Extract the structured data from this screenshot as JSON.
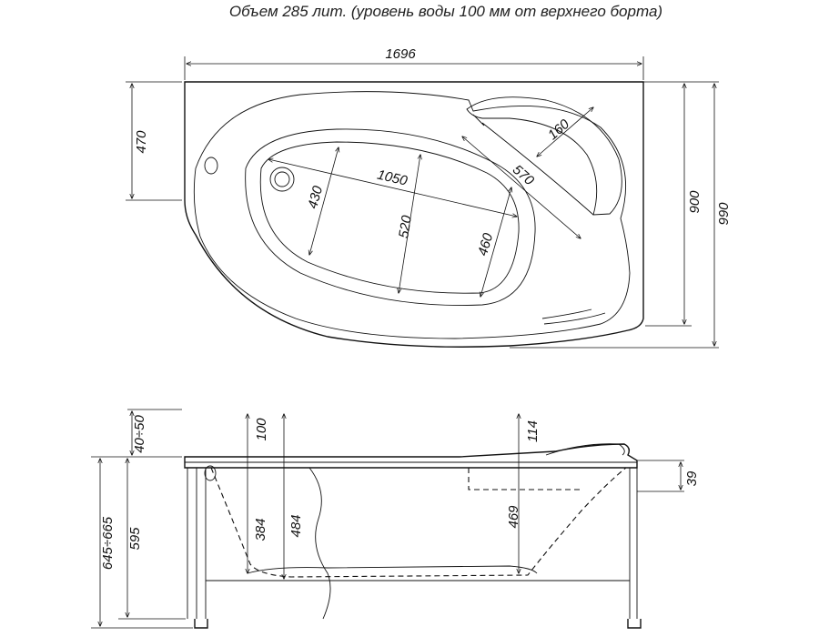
{
  "header": {
    "caption": "Объем 285 лит. (уровень воды 100 мм от верхнего борта)"
  },
  "plan": {
    "overall_length": "1696",
    "left_depth": "470",
    "right_depth": "900",
    "total_depth": "990",
    "bowl_length": "1050",
    "bowl_width": "520",
    "bowl_end_left": "430",
    "bowl_end_right": "460",
    "seat_diagonal": "570",
    "seat_radius": "160"
  },
  "side": {
    "rim_gap": "40÷50",
    "water_level": "100",
    "seat_height": "114",
    "rim_thickness": "39",
    "overall_height": "645÷665",
    "body_height": "595",
    "inner_depth_left": "384",
    "inner_depth_center": "484",
    "inner_depth_seat": "469"
  }
}
